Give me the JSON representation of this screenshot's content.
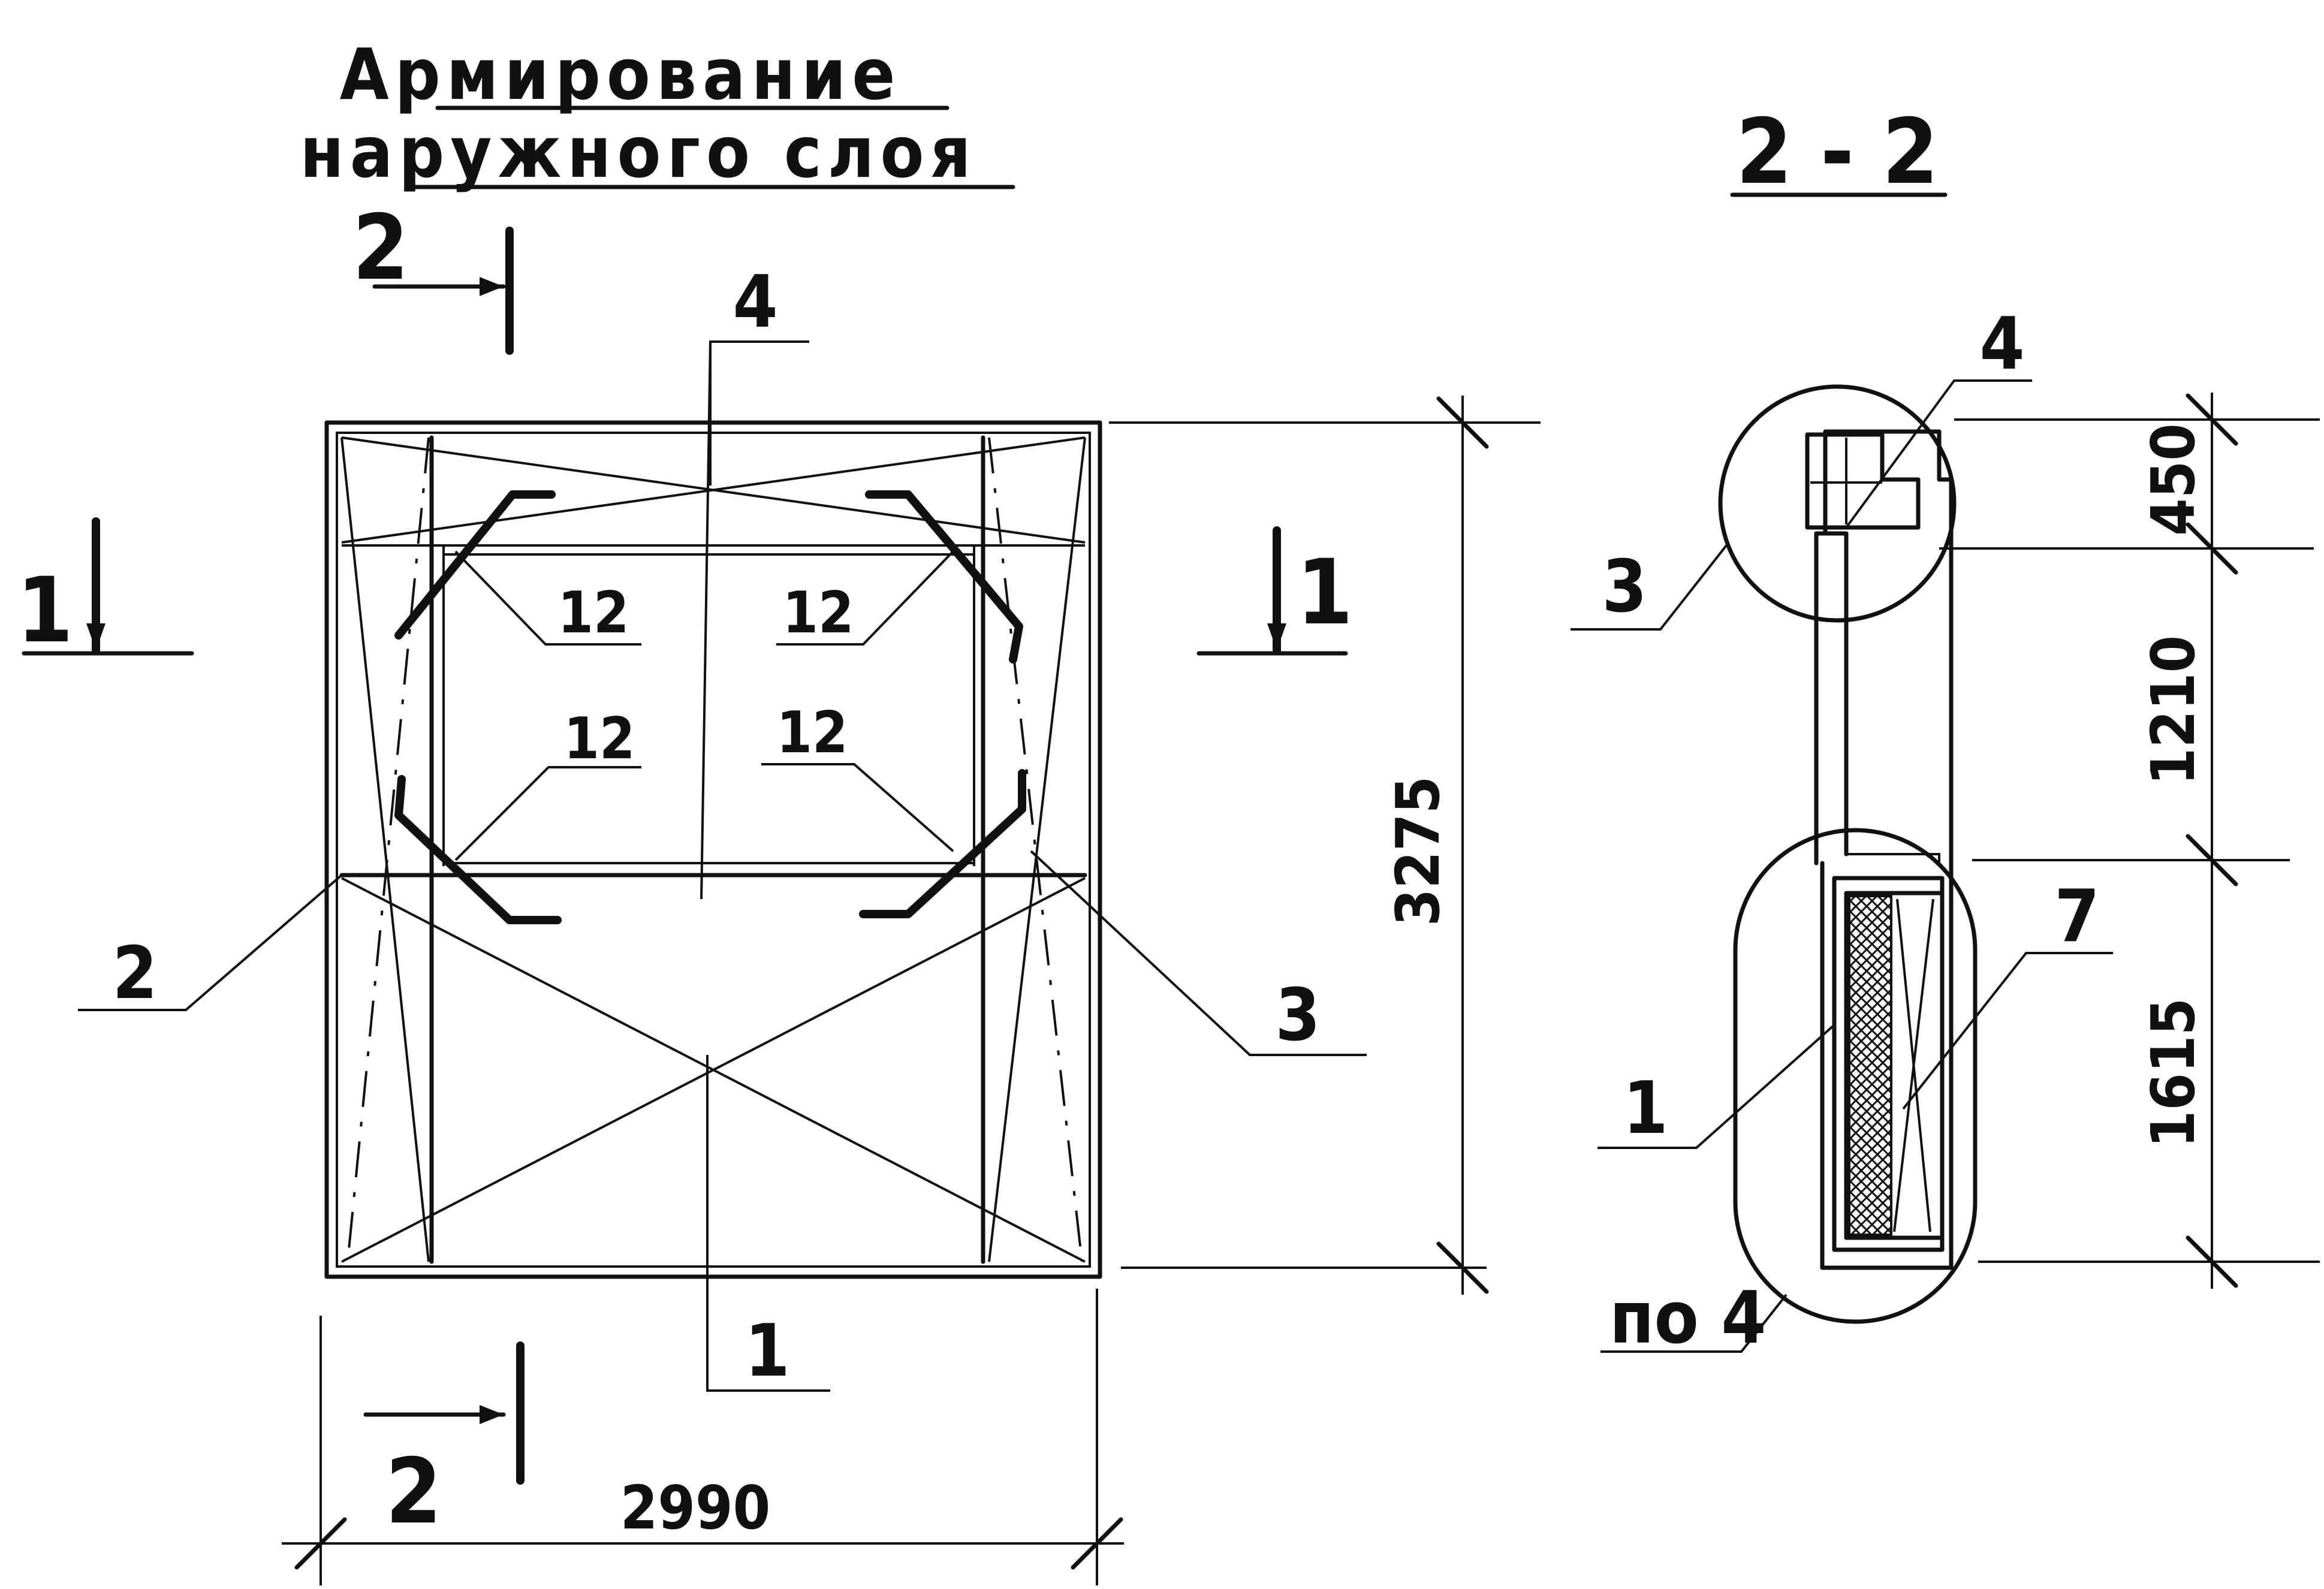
{
  "title": {
    "line1": "Армирование",
    "line2": "наружного слоя"
  },
  "section_title": "2 - 2",
  "section_marks": {
    "cut1_left": "1",
    "cut1_right": "1",
    "cut2_top": "2",
    "cut2_bottom": "2"
  },
  "plan_callouts": {
    "pos_top": "4",
    "pos_12_a": "12",
    "pos_12_b": "12",
    "pos_12_c": "12",
    "pos_12_d": "12",
    "pos_left": "2",
    "pos_right": "3",
    "pos_bottom": "1"
  },
  "plan_dims": {
    "width": "2990",
    "height": "3275"
  },
  "section_callouts": {
    "pos_top": "4",
    "pos_left_top": "3",
    "pos_right": "7",
    "pos_left_bottom": "1",
    "pos_bottom": "по 4"
  },
  "section_dims": {
    "top": "450",
    "middle": "1210",
    "bottom": "1615"
  }
}
